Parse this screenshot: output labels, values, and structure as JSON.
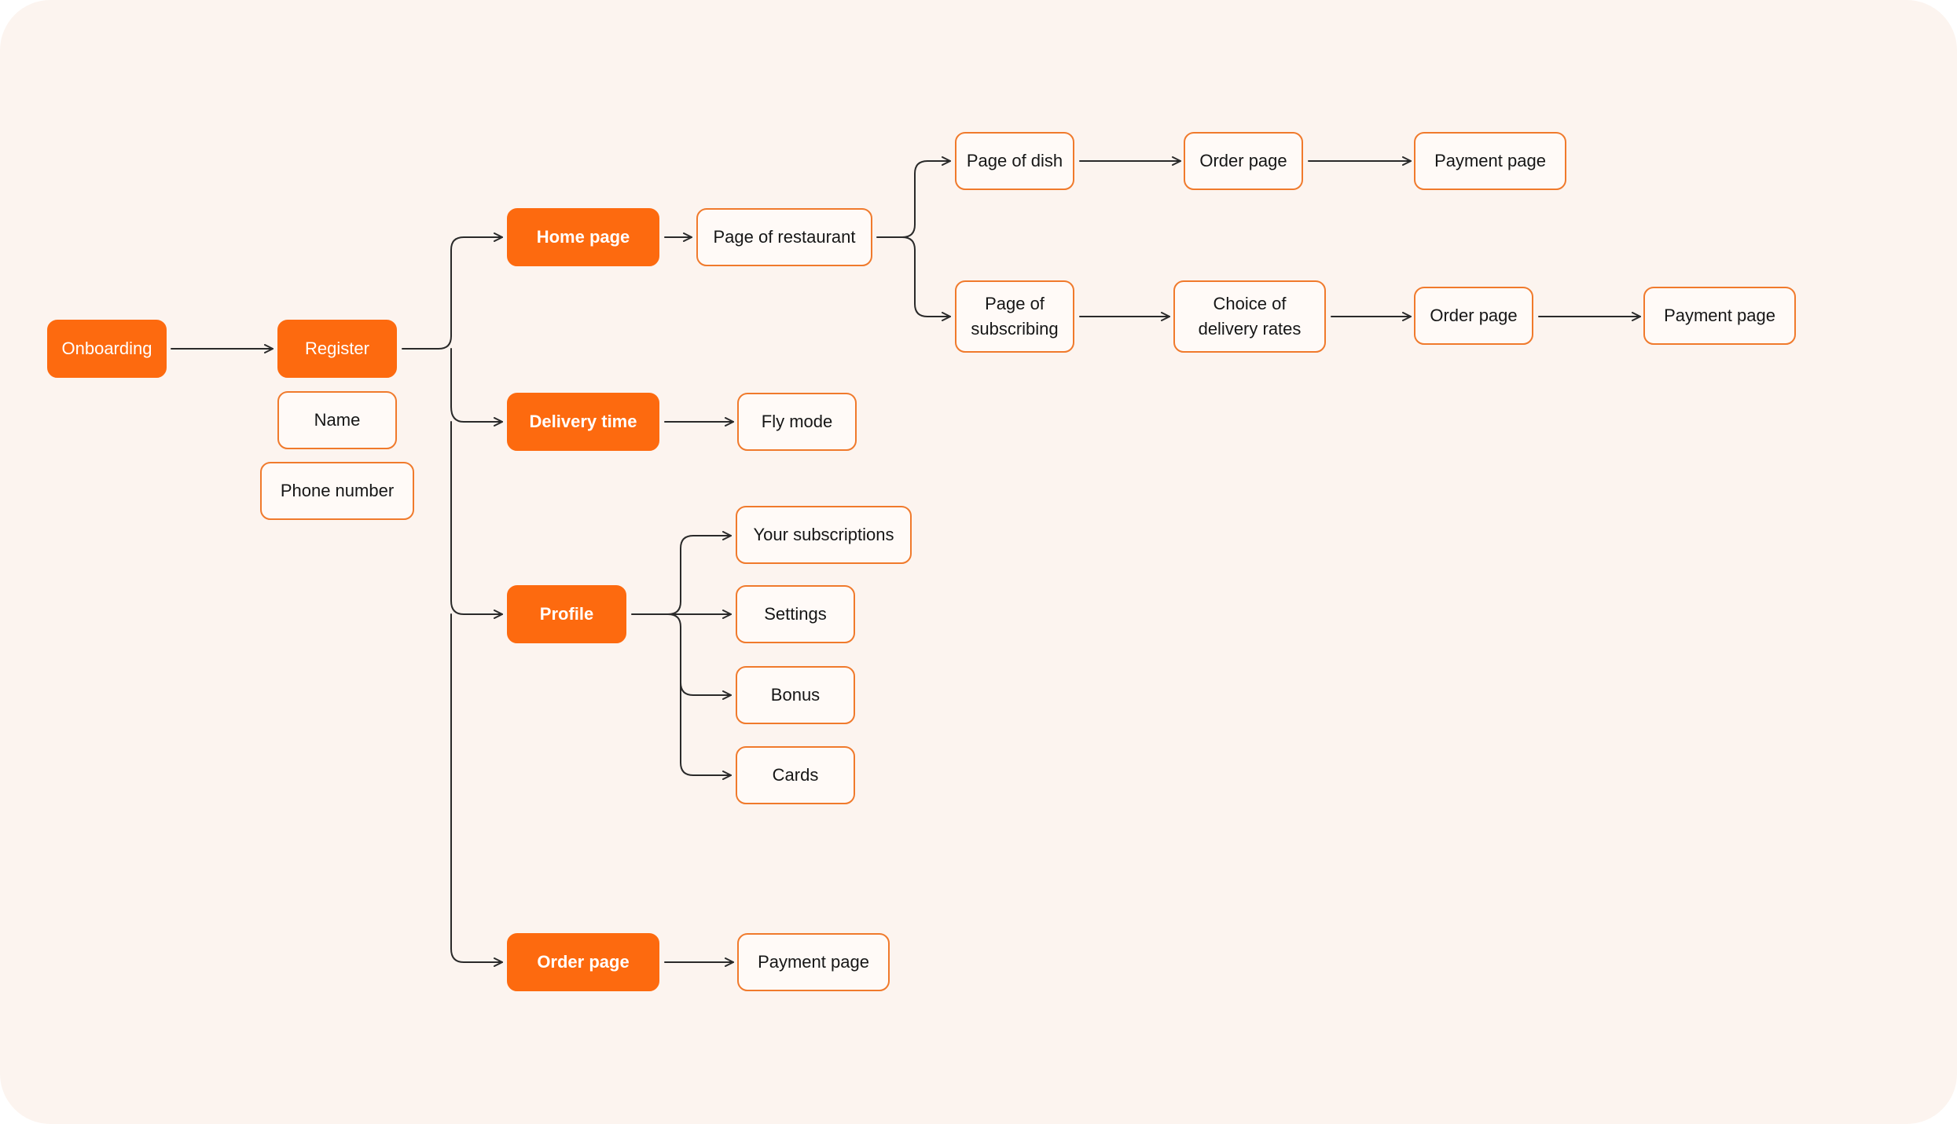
{
  "colors": {
    "background": "#fcf4ef",
    "accent": "#fd6a0f",
    "outline": "#f07a2c",
    "connector": "#2a2a2a"
  },
  "nodes": {
    "onboarding": "Onboarding",
    "register": "Register",
    "name": "Name",
    "phone_number": "Phone number",
    "home_page": "Home page",
    "page_of_restaurant": "Page of restaurant",
    "page_of_dish": "Page of dish",
    "order_page_dish": "Order page",
    "payment_page_dish": "Payment page",
    "page_of_subscribing": "Page of\nsubscribing",
    "choice_of_delivery_rates": "Choice of\ndelivery rates",
    "order_page_subscribing": "Order page",
    "payment_page_subscribing": "Payment page",
    "delivery_time": "Delivery time",
    "fly_mode": "Fly mode",
    "profile": "Profile",
    "your_subscriptions": "Your subscriptions",
    "settings": "Settings",
    "bonus": "Bonus",
    "cards": "Cards",
    "order_page": "Order page",
    "payment_page": "Payment page"
  }
}
